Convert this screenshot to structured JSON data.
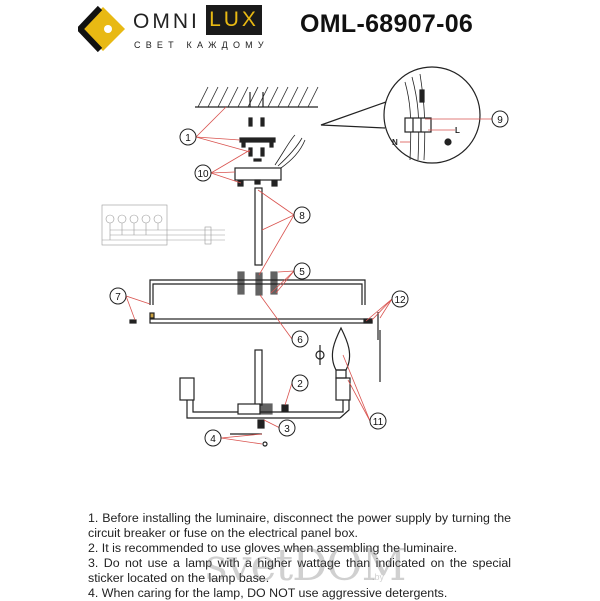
{
  "brand": {
    "name_left": "OMNI",
    "name_right": "LUX",
    "slogan": "СВЕТ КАЖДОМУ",
    "accent": "#e8b913"
  },
  "model": "OML-68907-06",
  "diagram": {
    "callouts": [
      "1",
      "2",
      "3",
      "4",
      "5",
      "6",
      "7",
      "8",
      "9",
      "10",
      "11",
      "12"
    ],
    "wire_labels": {
      "neutral": "N",
      "live": "L"
    },
    "leader_color": "#d9534f"
  },
  "notes": [
    "1. Before installing the luminaire, disconnect the power supply by turning the circuit breaker or fuse on the electrical panel box.",
    "2. It is recommended to use gloves when assembling the luminaire.",
    "3. Do not use a lamp with a higher wattage than indicated on the special sticker located on the lamp base.",
    "4. When caring for the lamp, DO NOT use aggressive detergents."
  ],
  "watermark": {
    "text": "svetDOM",
    "suffix": ".by"
  }
}
